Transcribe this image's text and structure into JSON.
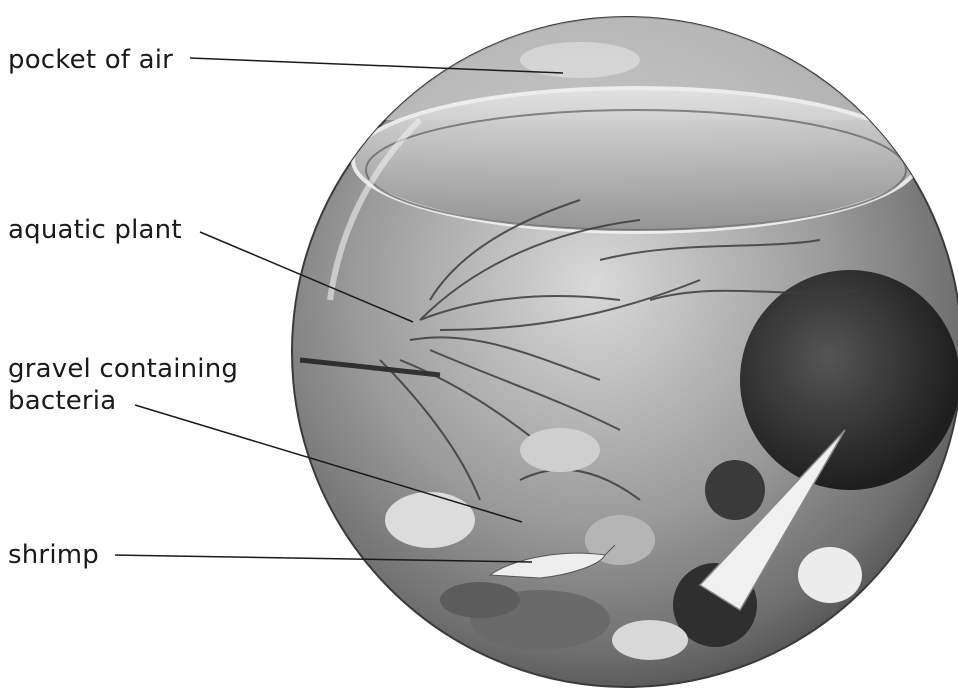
{
  "labels": {
    "pocket_of_air": "pocket of air",
    "aquatic_plant": "aquatic plant",
    "gravel_line1": "gravel containing",
    "gravel_line2": "bacteria",
    "shrimp": "shrimp"
  }
}
